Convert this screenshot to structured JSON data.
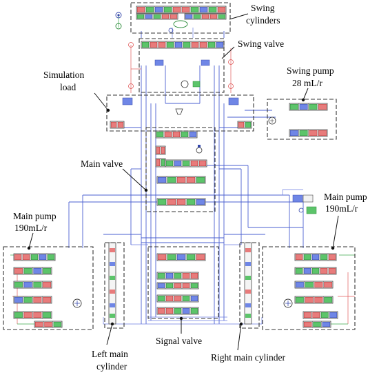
{
  "labels": {
    "swing_cylinders": [
      "Swing",
      "cylinders"
    ],
    "swing_valve": "Swing valve",
    "simulation_load": [
      "Simulation",
      "load"
    ],
    "swing_pump": [
      "Swing pump",
      "28 mL/r"
    ],
    "main_valve": "Main valve",
    "main_pump_left": [
      "Main pump",
      "190mL/r"
    ],
    "main_pump_right": [
      "Main pump",
      "190mL/r"
    ],
    "left_main_cylinder": [
      "Left main",
      "cylinder"
    ],
    "signal_valve": "Signal valve",
    "right_main_cylinder": "Right main cylinder"
  },
  "colors": {
    "hydraulic_line": "#4a5fd0",
    "pilot_line_red": "#e05a5a",
    "pilot_line_green": "#3aa84a",
    "group_border": "#333333"
  }
}
